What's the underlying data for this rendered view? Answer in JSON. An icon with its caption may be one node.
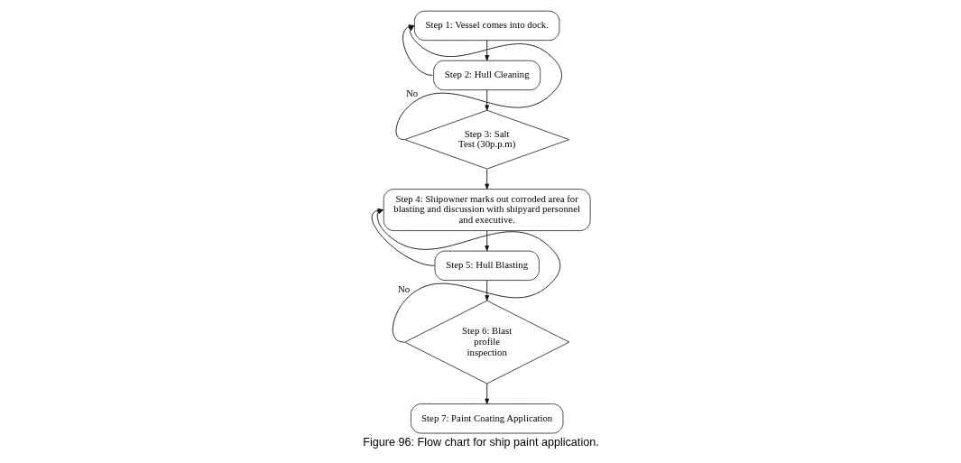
{
  "diagram": {
    "caption": "Figure 96: Flow chart for ship paint application.",
    "nodes": [
      {
        "text": [
          "Step 1: Vessel comes into dock."
        ]
      },
      {
        "text": [
          "Step 2: Hull Cleaning"
        ]
      },
      {
        "text": [
          "Step 3: Salt Test (30p.p.m)"
        ]
      },
      {
        "text": [
          "Step 4: Shipowner marks out corroded area for blasting and discussion with shipyard personnel and executive."
        ]
      },
      {
        "text": [
          "Step 5: Hull Blasting"
        ]
      },
      {
        "text": [
          "Step 6: Blast profile inspection"
        ]
      },
      {
        "text": [
          "Step 7: Paint Coating Application"
        ]
      }
    ],
    "edges": [
      {
        "from": 0,
        "to": 1,
        "arrow": "to"
      },
      {
        "from": 1,
        "to": 2,
        "arrow": "to"
      },
      {
        "from": 2,
        "to": 0,
        "arrow": "to",
        "label": "No"
      },
      {
        "from": 1,
        "to": 0,
        "arrow": "to"
      },
      {
        "from": 2,
        "to": 3,
        "arrow": "to"
      },
      {
        "from": 3,
        "to": 4,
        "arrow": "to"
      },
      {
        "from": 4,
        "to": 5,
        "arrow": "to"
      },
      {
        "from": 5,
        "to": 3,
        "arrow": "to",
        "label": "No"
      },
      {
        "from": 4,
        "to": 3,
        "arrow": "to"
      },
      {
        "from": 5,
        "to": 6,
        "arrow": "to"
      }
    ]
  }
}
